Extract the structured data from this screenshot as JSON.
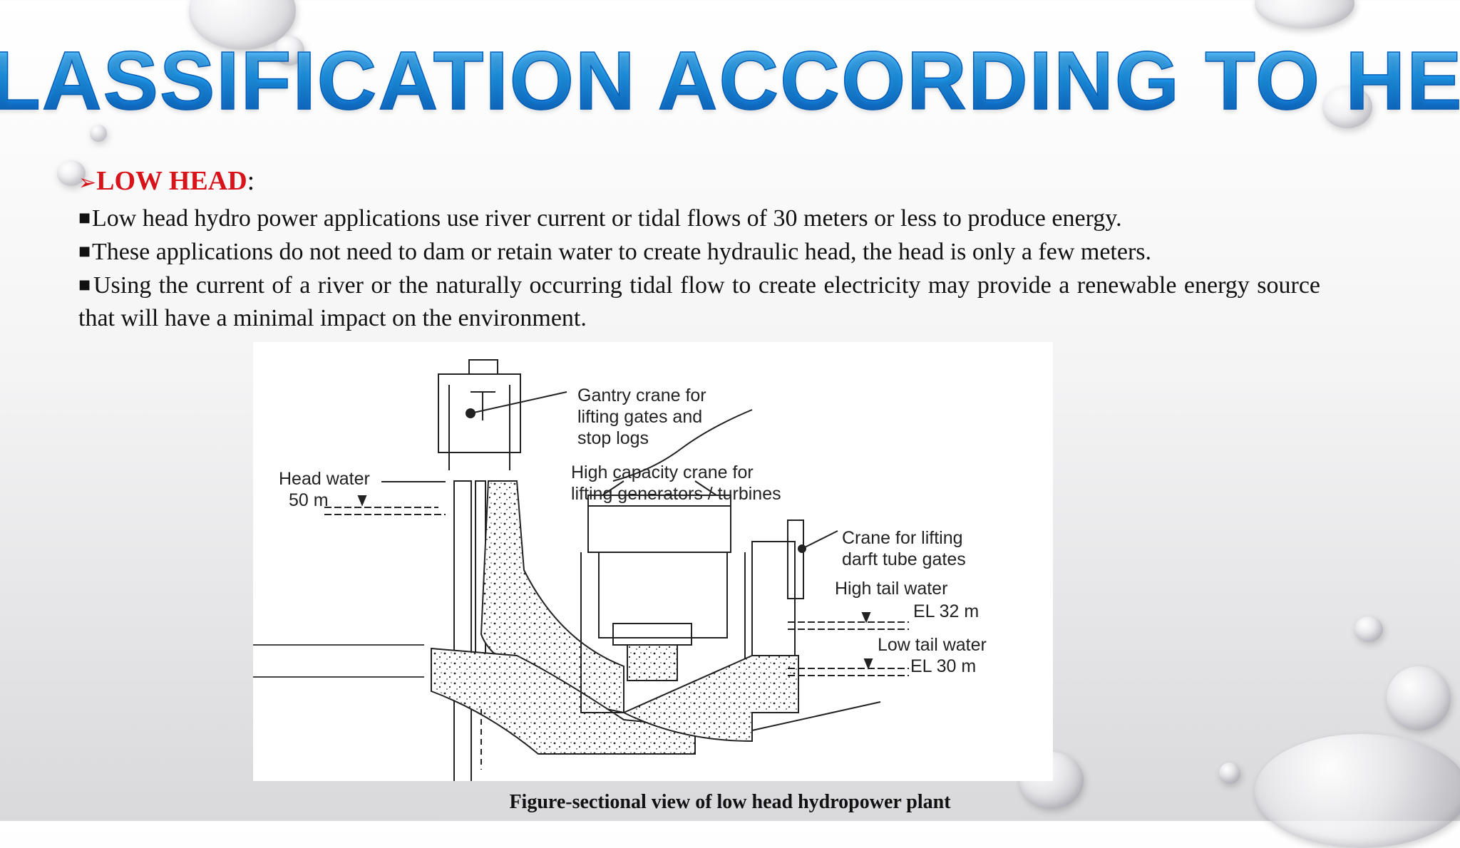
{
  "slide": {
    "title": "LASSIFICATION ACCORDING TO HEA",
    "heading_arrow": "➢",
    "heading_label": "LOW HEAD",
    "heading_colon": ":",
    "bullets": [
      "Low head hydro power applications use river current or tidal flows of 30 meters or less to produce energy.",
      "These applications do not need to dam or retain water to create hydraulic head, the head is only a few meters.",
      "Using the current of a river or the naturally occurring tidal flow to create electricity may provide a renewable energy source that will have a minimal impact on the environment."
    ],
    "bullet_icon": "square-bullet-icon",
    "accent_color": "#d8141a",
    "title_color": "#1f9bf0"
  },
  "figure": {
    "labels": {
      "gantry": [
        "Gantry crane for",
        "lifting gates and",
        "stop logs"
      ],
      "high_capacity": [
        "High capacity crane for",
        "lifting generators / turbines"
      ],
      "head_water": [
        "Head water",
        "50 m"
      ],
      "crane_draft": [
        "Crane for lifting",
        "darft tube gates"
      ],
      "high_tail": [
        "High tail water",
        "EL 32 m"
      ],
      "low_tail": [
        "Low tail water",
        "EL 30 m"
      ]
    },
    "caption": "Figure-sectional view of low head  hydropower plant"
  }
}
